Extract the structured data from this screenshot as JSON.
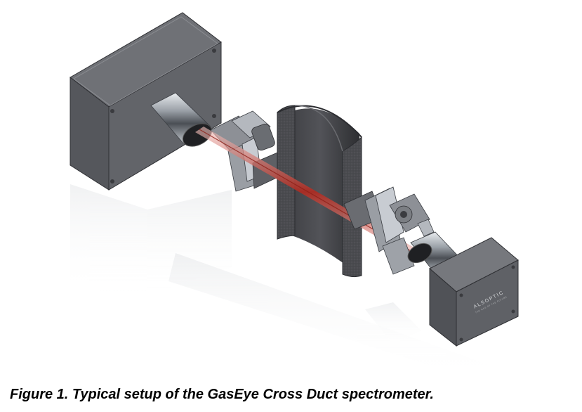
{
  "figure": {
    "caption": "Figure 1. Typical setup of the GasEye Cross Duct spectrometer.",
    "device_brand": "ALSOPTIC",
    "device_tagline": "THE GAS OF THE FUTURE",
    "colors": {
      "housing": "#5c5e63",
      "housing_dark": "#3c3d41",
      "housing_light": "#74767b",
      "duct": "#4a4b4f",
      "laser": "#c0392b",
      "steel": "#b8bcc2"
    }
  }
}
